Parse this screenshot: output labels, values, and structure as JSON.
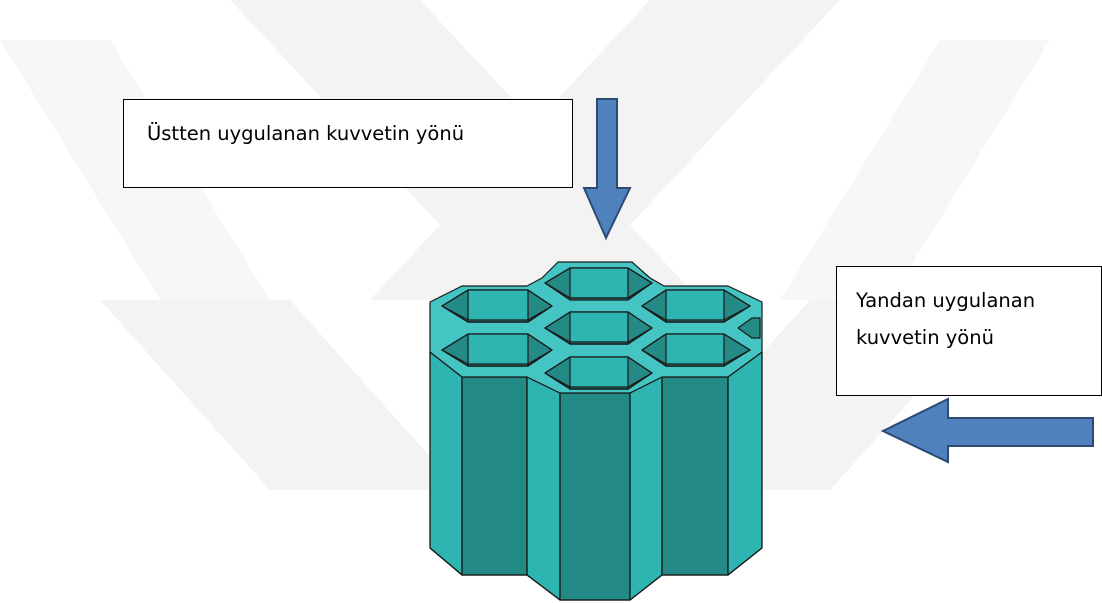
{
  "labels": {
    "top_force": "Üstten uygulanan kuvvetin yönü",
    "side_force": "Yandan uygulanan kuvvetin yönü"
  },
  "colors": {
    "arrow_fill": "#4f81bd",
    "arrow_stroke": "#2d4a75",
    "honeycomb_light": "#2eb5b2",
    "honeycomb_dark": "#238a86",
    "honeycomb_top": "#44c5c3",
    "watermark": "#f2f2f2"
  },
  "icons": {
    "top_arrow": "arrow-down",
    "side_arrow": "arrow-left"
  }
}
